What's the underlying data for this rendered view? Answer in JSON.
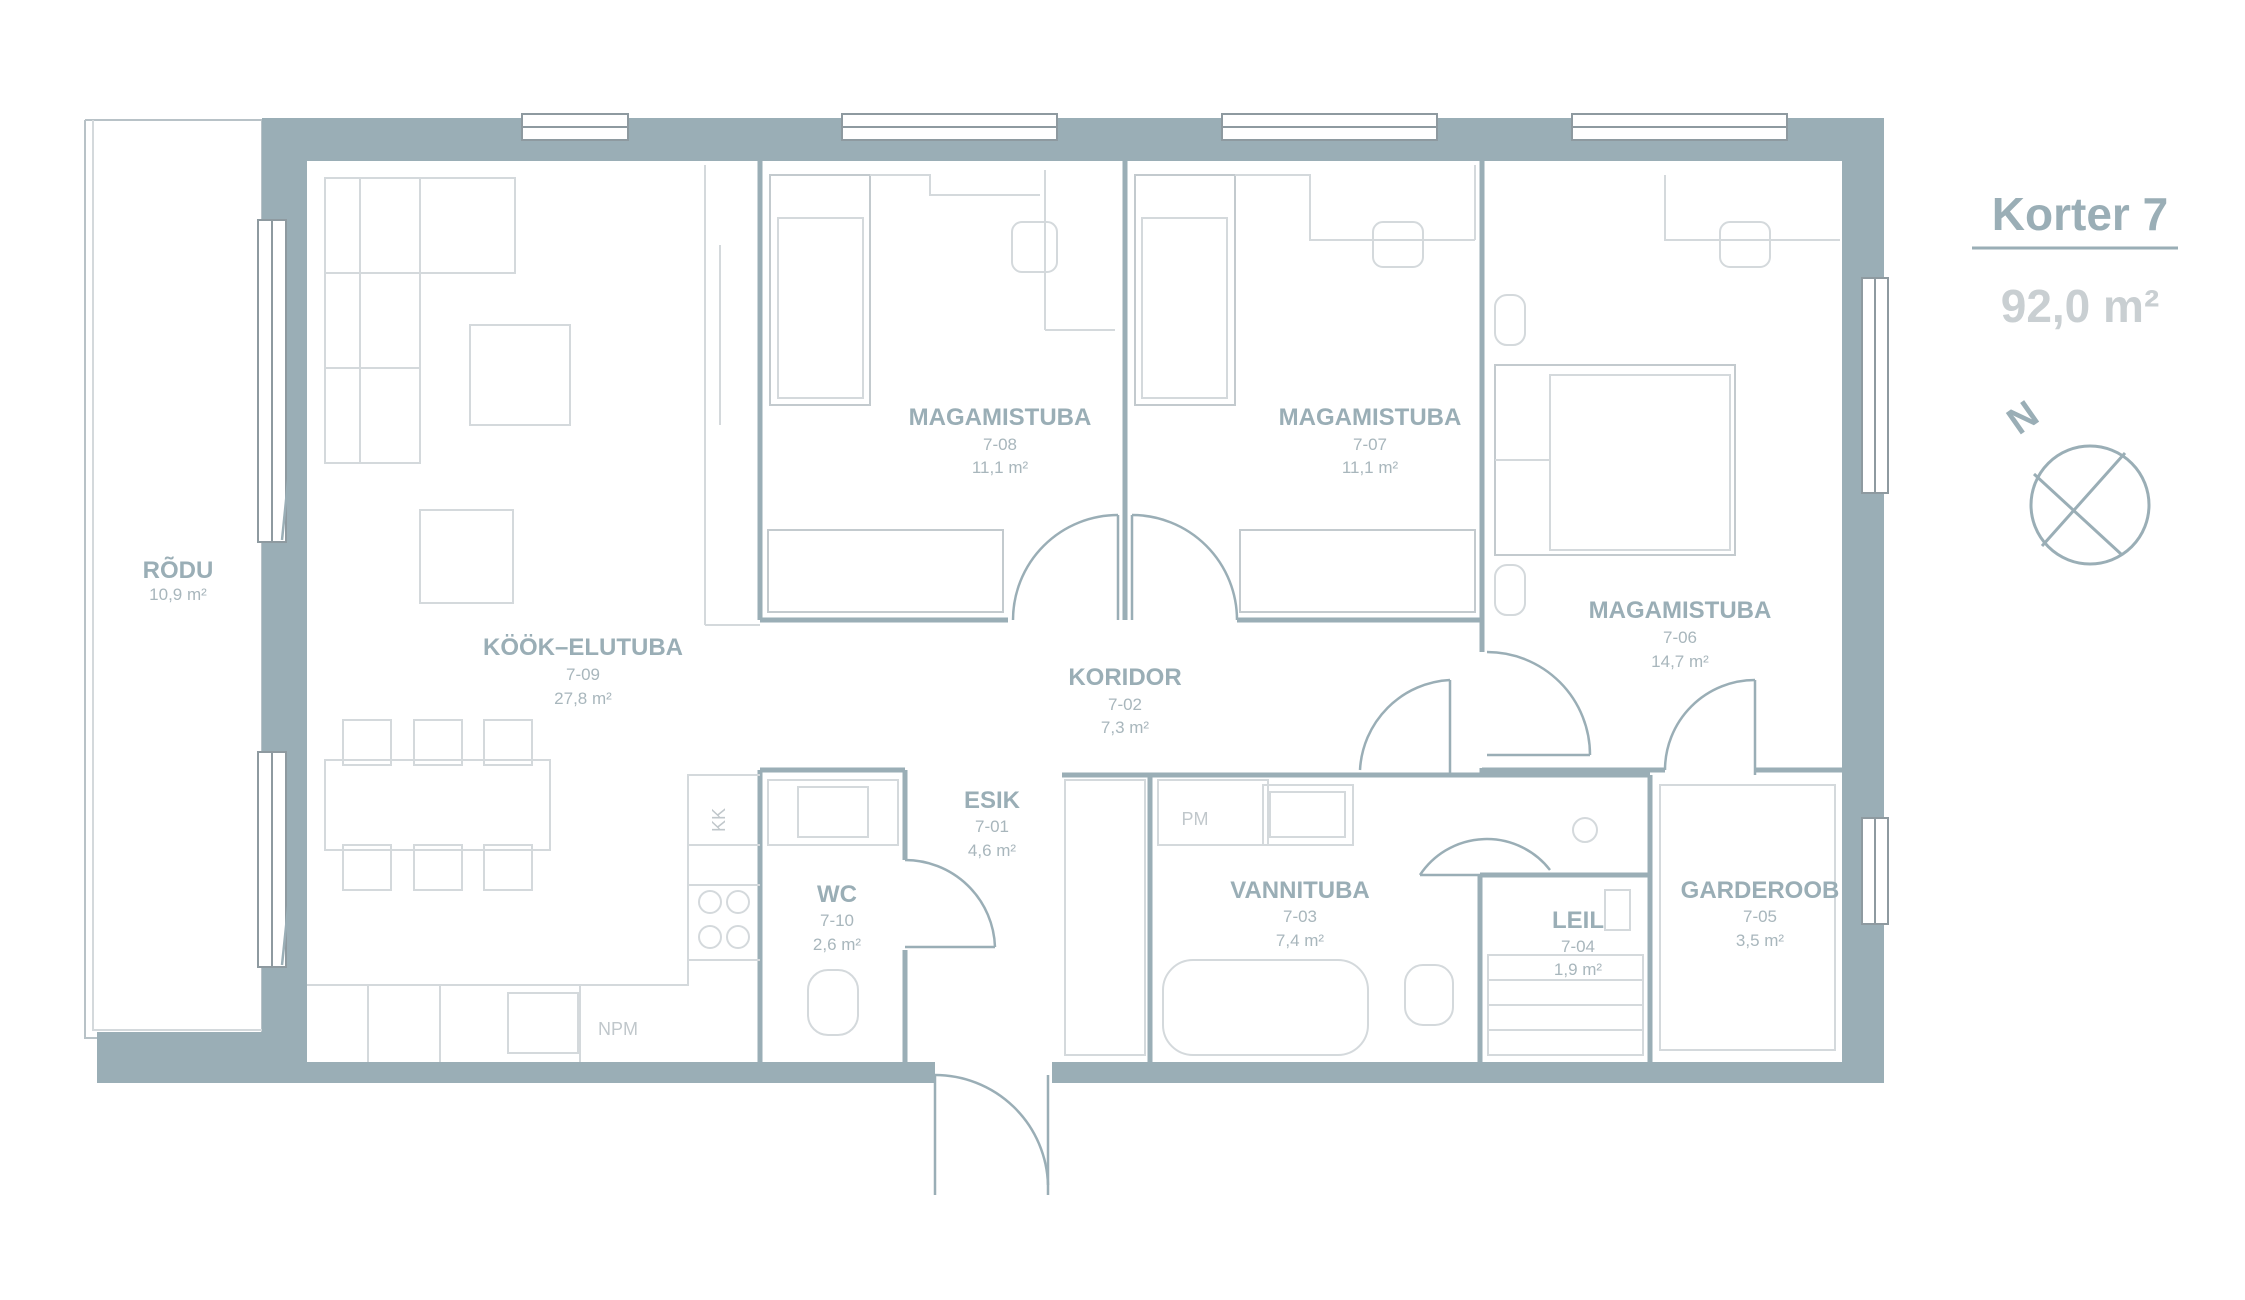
{
  "apartment": {
    "title": "Korter 7",
    "area": "92,0 m²",
    "north_label": "N"
  },
  "rooms": [
    {
      "key": "rodu",
      "name": "RÕDU",
      "code": "",
      "area": "10,9 m²"
    },
    {
      "key": "kook",
      "name": "KÖÖK–ELUTUBA",
      "code": "7-09",
      "area": "27,8 m²"
    },
    {
      "key": "mag08",
      "name": "MAGAMISTUBA",
      "code": "7-08",
      "area": "11,1 m²"
    },
    {
      "key": "mag07",
      "name": "MAGAMISTUBA",
      "code": "7-07",
      "area": "11,1 m²"
    },
    {
      "key": "mag06",
      "name": "MAGAMISTUBA",
      "code": "7-06",
      "area": "14,7 m²"
    },
    {
      "key": "koridor",
      "name": "KORIDOR",
      "code": "7-02",
      "area": "7,3 m²"
    },
    {
      "key": "esik",
      "name": "ESIK",
      "code": "7-01",
      "area": "4,6 m²"
    },
    {
      "key": "wc",
      "name": "WC",
      "code": "7-10",
      "area": "2,6 m²"
    },
    {
      "key": "vannituba",
      "name": "VANNITUBA",
      "code": "7-03",
      "area": "7,4 m²"
    },
    {
      "key": "leil",
      "name": "LEIL",
      "code": "7-04",
      "area": "1,9 m²"
    },
    {
      "key": "garderoob",
      "name": "GARDEROOB",
      "code": "7-05",
      "area": "3,5 m²"
    }
  ],
  "fixture_tags": {
    "kk": "KK",
    "pm": "PM",
    "npm": "NPM"
  }
}
